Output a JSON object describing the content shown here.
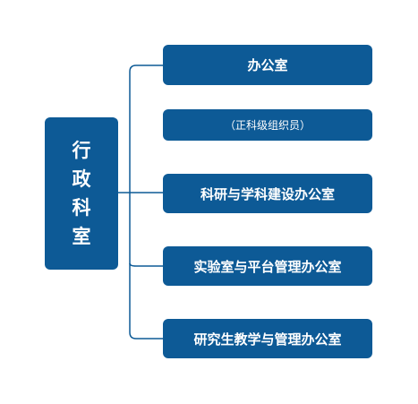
{
  "diagram": {
    "root": {
      "chars": [
        "行",
        "政",
        "科",
        "室"
      ]
    },
    "children": [
      {
        "label": "办公室"
      },
      {
        "label": "（正科级组织员）"
      },
      {
        "label": "科研与学科建设办公室"
      },
      {
        "label": "实验室与平台管理办公室"
      },
      {
        "label": "研究生教学与管理办公室"
      }
    ],
    "colors": {
      "box_fill": "#0d5a96",
      "box_text": "#ffffff",
      "connector": "#0d5a96"
    }
  }
}
